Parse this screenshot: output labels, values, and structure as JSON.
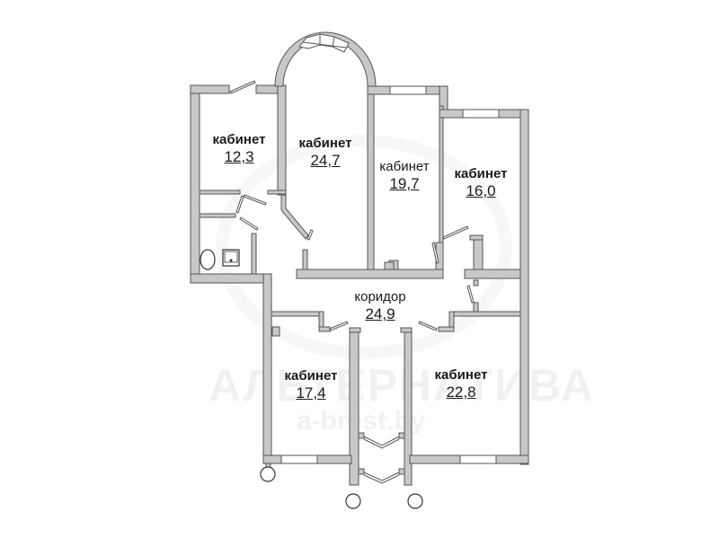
{
  "plan": {
    "type": "floor-plan",
    "colors": {
      "wall_fill": "#c8c8c8",
      "wall_stroke": "#555555",
      "text": "#1a1a1a",
      "background": "#ffffff"
    },
    "rooms": [
      {
        "id": "room-1",
        "name": "кабинет",
        "area": "12,3"
      },
      {
        "id": "room-2",
        "name": "кабинет",
        "area": "24,7"
      },
      {
        "id": "room-3",
        "name": "кабинет",
        "area": "19,7"
      },
      {
        "id": "room-4",
        "name": "кабинет",
        "area": "16,0"
      },
      {
        "id": "corridor",
        "name": "коридор",
        "area": "24,9"
      },
      {
        "id": "room-5",
        "name": "кабинет",
        "area": "17,4"
      },
      {
        "id": "room-6",
        "name": "кабинет",
        "area": "22,8"
      }
    ]
  },
  "watermark": {
    "brand": "АЛЬТЕРНАТИВА",
    "site": "a-brest.by"
  }
}
